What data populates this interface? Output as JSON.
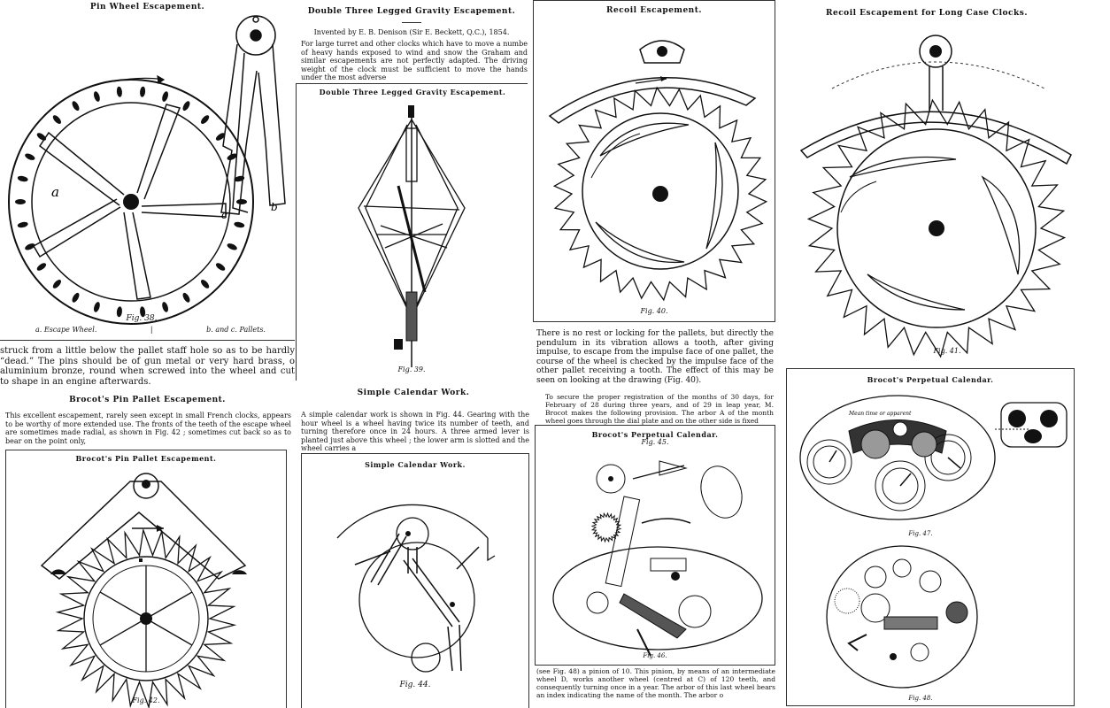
{
  "panels": {
    "pin_wheel": {
      "title": "Pin Wheel Escapement.",
      "fig": "Fig. 38.",
      "legend_a": "a. Escape Wheel.",
      "legend_sep": "|",
      "legend_bc": "b. and c. Pallets.",
      "label_a": "a",
      "label_b": "b",
      "label_c": "c",
      "body": "struck from a little below the pallet staff hole so as to be hardly “dead.” The pins should be of gun metal or very hard brass, o aluminium bronze, round when screwed into the wheel and cut to shape in an engine afterwards."
    },
    "double_three": {
      "heading": "Double Three Legged Gravity Escapement.",
      "invented": "Invented by E. B. Denison (Sir E. Beckett, Q.C.), 1854.",
      "body": "For large turret and other clocks which have to move a numbe of heavy hands exposed to wind and snow the Graham and similar escapements are not perfectly adapted. The driving weight of the clock must be sufficient to move the hands under the most adverse",
      "title": "Double Three Legged Gravity Escapement.",
      "fig": "Fig. 39."
    },
    "recoil": {
      "title": "Recoil Escapement.",
      "fig": "Fig. 40.",
      "body": "There is no rest or locking for the pallets, but directly the pendulum in its vibration allows a tooth, after giving impulse, to escape from the impulse face of one pallet, the course of the wheel is checked by the impulse face of the other pallet receiving a tooth. The effect of this may be seen on looking at the drawing (Fig. 40)."
    },
    "long_case": {
      "title": "Recoil Escapement for Long Case Clocks.",
      "fig": "Fig. 41."
    },
    "brocot_pin": {
      "heading": "Brocot's Pin Pallet Escapement.",
      "body": "This excellent escapement, rarely seen except in small French clocks, appears to be worthy of more extended use. The fronts of the teeth of the escape wheel are sometimes made radial, as shown in Fig. 42 ; sometimes cut back so as to bear on the point only,",
      "title": "Brocot's Pin Pallet Escapement.",
      "fig": "Fig. 42."
    },
    "simple_cal": {
      "heading": "Simple Calendar Work.",
      "body": "A simple calendar work is shown in Fig. 44. Gearing with the hour wheel is a wheel having twice its number of teeth, and turning therefore once in 24 hours. A three armed lever is planted just above this wheel ; the lower arm is slotted and the wheel carries a",
      "title": "Simple Calendar Work.",
      "fig": "Fig. 44."
    },
    "brocot_perp": {
      "top_text": "To secure the proper registration of the months of 30 days, for February of 28 during three years, and of 29 in leap year, M. Brocot makes the following provision. The arbor A of the month wheel goes through the dial plate and on the other side is fixed",
      "title": "Brocot's Perpetual Calendar.",
      "fig45": "Fig. 45.",
      "fig46": "Fig. 46.",
      "bottom_text": "(see Fig. 48) a pinion of 10. This pinion, by means of an intermediate wheel D, works another wheel (centred at C) of 120 teeth, and consequently turning once in a year. The arbor of this last wheel bears an index indicating the name of the month. The arbor o"
    },
    "brocot_perp2": {
      "title": "Brocot's Perpetual Calendar.",
      "fig47": "Fig. 47.",
      "fig48": "Fig. 48.",
      "dial_text": "Mean time or apparent"
    }
  }
}
